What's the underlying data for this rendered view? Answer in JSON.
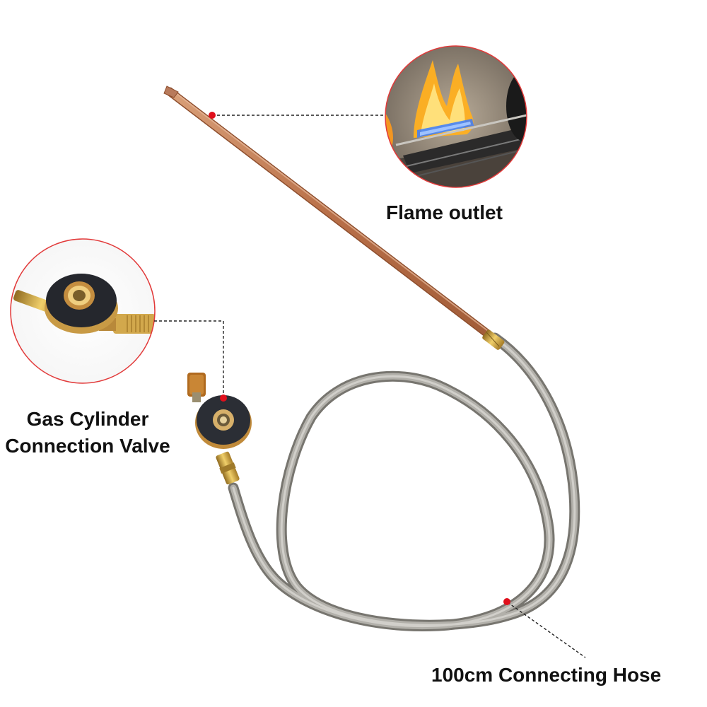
{
  "labels": {
    "flame_outlet": "Flame outlet",
    "valve_line1": "Gas Cylinder",
    "valve_line2": "Connection Valve",
    "hose": "100cm Connecting Hose"
  },
  "colors": {
    "callout_dot": "#e0101c",
    "callout_ring": "#e23a3a",
    "copper_tube": "#c07a55",
    "hose_metal": "#9a9893",
    "brass": "#c99a3a",
    "valve_body": "#2b2e35",
    "flame_blue": "#3a7bff",
    "flame_orange": "#ffb020"
  }
}
